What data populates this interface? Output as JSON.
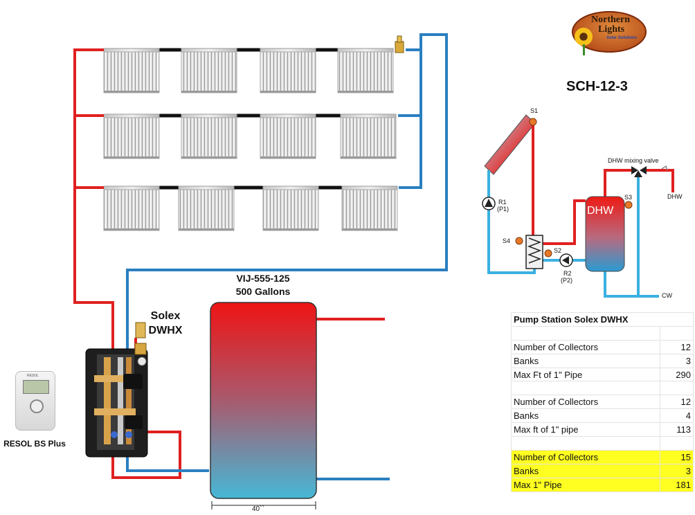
{
  "labels": {
    "schematic_code": "SCH-12-3",
    "tank_model": "VIJ-555-125",
    "tank_capacity": "500 Gallons",
    "heat_exchanger_line1": "Solex",
    "heat_exchanger_line2": "DWHX",
    "controller": "RESOL BS Plus",
    "tank_width": "40``"
  },
  "logo": {
    "line1": "Northern",
    "line2": "Lights",
    "tagline": "Solar Solutions"
  },
  "controller_brand": "RESOL",
  "schematic": {
    "s1": "S1",
    "s2": "S2",
    "s3": "S3",
    "s4": "S4",
    "r1": "R1",
    "p1": "(P1)",
    "r2": "R2",
    "p2": "(P2)",
    "mixing_valve": "DHW mixing valve",
    "dhw_out": "DHW",
    "cw": "CW",
    "tank": "DHW"
  },
  "table": {
    "header": "Pump Station Solex DWHX",
    "group1": [
      {
        "label": "Number of Collectors",
        "value": "12"
      },
      {
        "label": "Banks",
        "value": "3"
      },
      {
        "label": "Max Ft of 1\" Pipe",
        "value": "290"
      }
    ],
    "group2": [
      {
        "label": "Number of Collectors",
        "value": "12"
      },
      {
        "label": "Banks",
        "value": "4"
      },
      {
        "label": "Max ft of 1\" pipe",
        "value": "113"
      }
    ],
    "group3": [
      {
        "label": "Number of Collectors",
        "value": "15"
      },
      {
        "label": "Banks",
        "value": "3"
      },
      {
        "label": "Max 1\" Pipe",
        "value": "181"
      }
    ]
  },
  "colors": {
    "hot_pipe": "#e02020",
    "cold_pipe": "#2a7fc0",
    "highlight": "#ffff22"
  }
}
